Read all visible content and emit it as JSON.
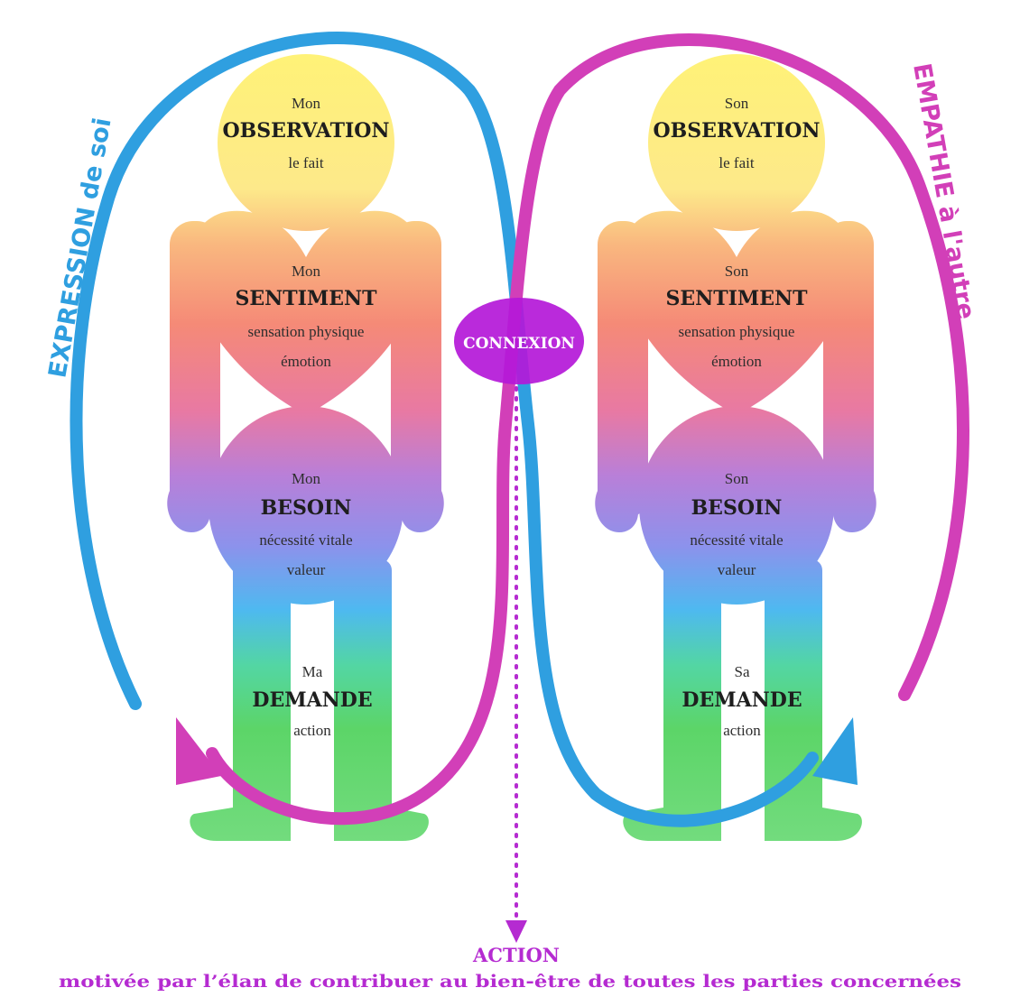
{
  "expression_label": "EXPRESSION de soi",
  "empathie_label": "EMPATHIE à l'autre",
  "connexion_label": "CONNEXION",
  "left_figure": {
    "observation": {
      "pre": "Mon",
      "title": "OBSERVATION",
      "sub": "le fait"
    },
    "sentiment": {
      "pre": "Mon",
      "title": "SENTIMENT",
      "sub1": "sensation physique",
      "sub2": "émotion"
    },
    "besoin": {
      "pre": "Mon",
      "title": "BESOIN",
      "sub1": "nécessité vitale",
      "sub2": "valeur"
    },
    "demande": {
      "pre": "Ma",
      "title": "DEMANDE",
      "sub": "action"
    }
  },
  "right_figure": {
    "observation": {
      "pre": "Son",
      "title": "OBSERVATION",
      "sub": "le fait"
    },
    "sentiment": {
      "pre": "Son",
      "title": "SENTIMENT",
      "sub1": "sensation physique",
      "sub2": "émotion"
    },
    "besoin": {
      "pre": "Son",
      "title": "BESOIN",
      "sub1": "nécessité vitale",
      "sub2": "valeur"
    },
    "demande": {
      "pre": "Sa",
      "title": "DEMANDE",
      "sub": "action"
    }
  },
  "action_title": "ACTION",
  "action_subtitle": "motivée par l’élan de contribuer au bien-être de toutes les parties concernées",
  "colors": {
    "blue_loop": "#2f9fe0",
    "magenta_loop": "#d23fb8",
    "connexion_fill": "#b418d8",
    "action_text": "#b52bd1"
  }
}
